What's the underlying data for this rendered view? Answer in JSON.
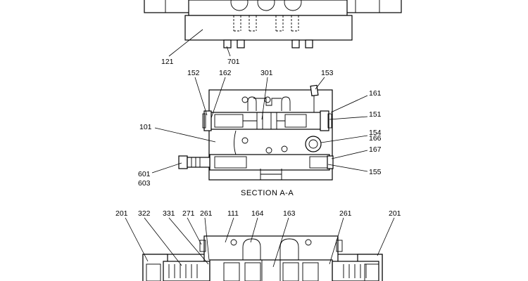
{
  "section_title": "SECTION  A-A",
  "callouts": {
    "c121": "121",
    "c701": "701",
    "c152": "152",
    "c162": "162",
    "c301": "301",
    "c153": "153",
    "c161": "161",
    "c151": "151",
    "c101": "101",
    "c154": "154",
    "c166": "166",
    "c167": "167",
    "c601": "601",
    "c603": "603",
    "c155": "155",
    "c201a": "201",
    "c322": "322",
    "c331": "331",
    "c271": "271",
    "c261a": "261",
    "c111": "111",
    "c164": "164",
    "c163": "163",
    "c261b": "261",
    "c201b": "201"
  }
}
